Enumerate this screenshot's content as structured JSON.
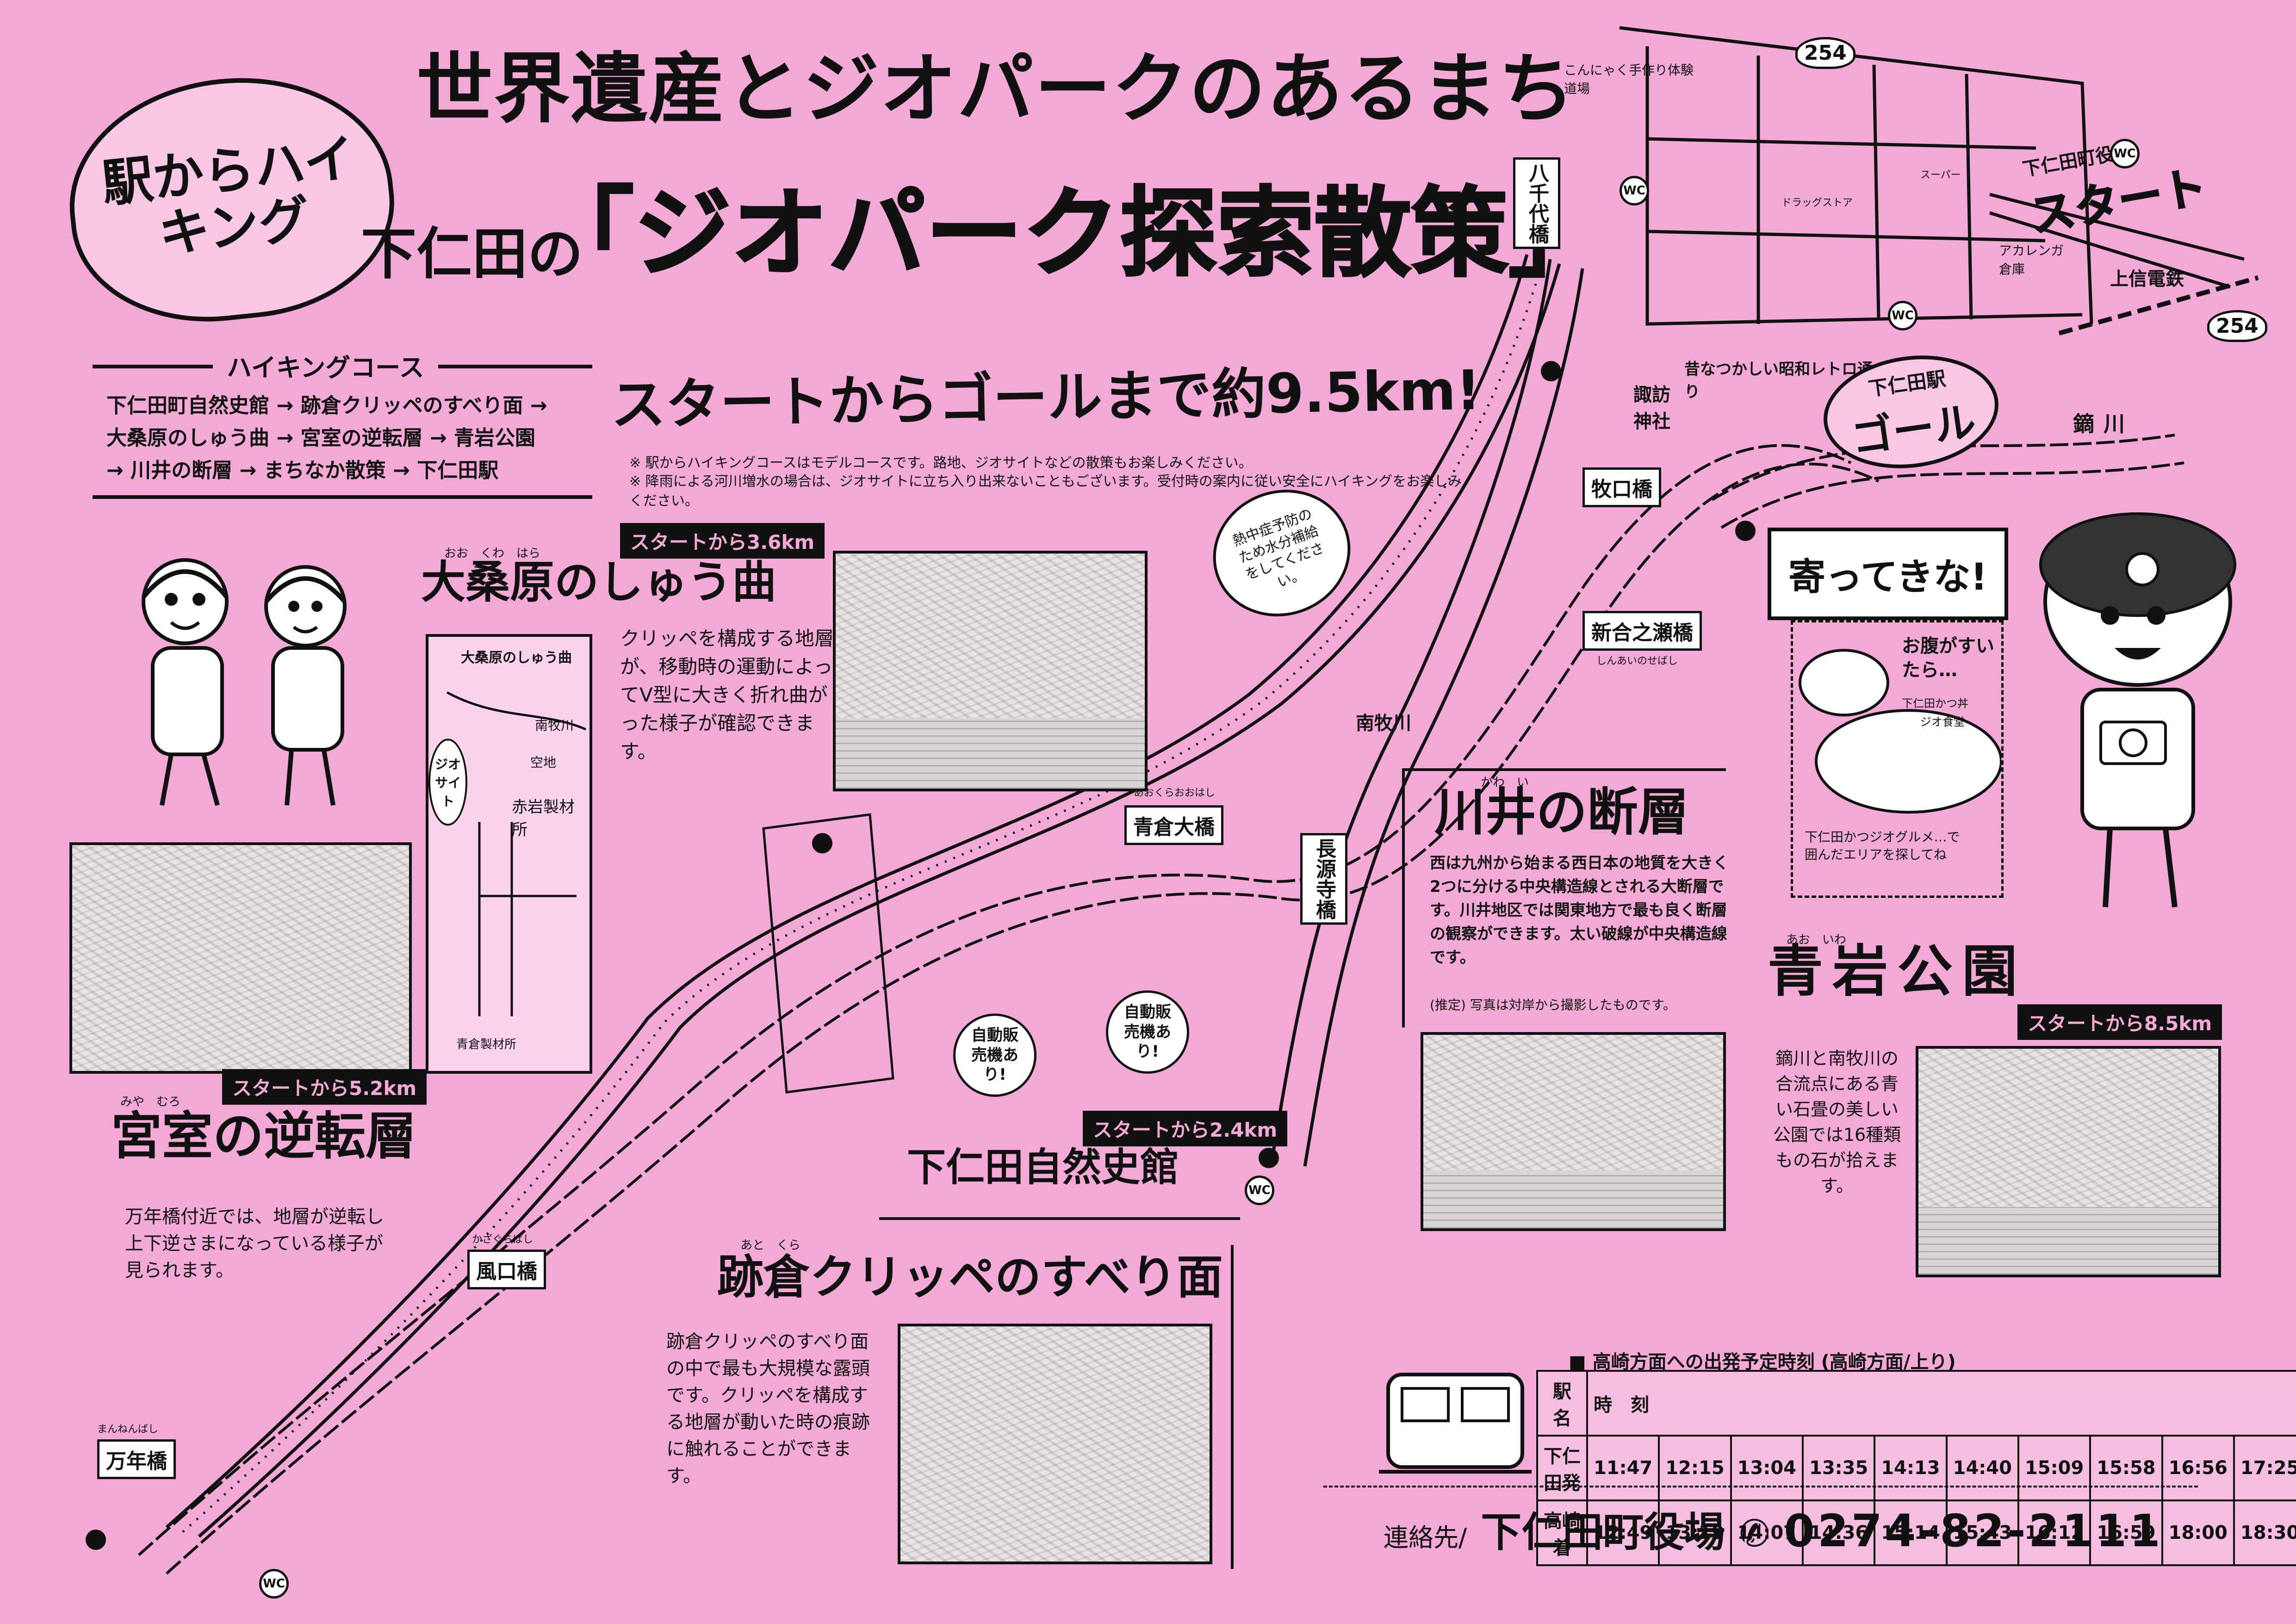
{
  "header": {
    "badge": "駅からハイキング",
    "title_line1": "世界遺産とジオパークのあるまち",
    "title_prefix": "下仁田の",
    "title_main": "「ジオパーク探索散策」"
  },
  "distance": {
    "text": "スタートからゴールまで約9.5km!",
    "note1": "※ 駅からハイキングコースはモデルコースです。路地、ジオサイトなどの散策もお楽しみください。",
    "note2": "※ 降雨による河川増水の場合は、ジオサイトに立ち入り出来ないこともございます。受付時の案内に従い安全にハイキングをお楽しみください。"
  },
  "course": {
    "heading": "ハイキングコース",
    "line1": "下仁田町自然史館 → 跡倉クリッペのすべり面 →",
    "line2": "大桑原のしゅう曲 → 宮室の逆転層 → 青岩公園",
    "line3": "→ 川井の断層 → まちなか散策 → 下仁田駅"
  },
  "sites": {
    "okuwabara": {
      "ruby": "おお　くわ　はら",
      "title": "大桑原のしゅう曲",
      "distance": "スタートから3.6km",
      "desc": "クリッペを構成する地層が、移動時の運動によってV型に大きく折れ曲がった様子が確認できます。",
      "inset_title": "大桑原のしゅう曲",
      "inset_river": "南牧川",
      "inset_geosite": "ジオサイト",
      "inset_vacant": "空地",
      "inset_factory1": "赤岩製材所",
      "inset_factory2": "青倉製材所"
    },
    "miyamuro": {
      "ruby": "みや　むろ",
      "title": "宮室の逆転層",
      "distance": "スタートから5.2km",
      "desc": "万年橋付近では、地層が逆転し上下逆さまになっている様子が見られます。"
    },
    "atokura": {
      "ruby": "あと　くら",
      "title": "跡倉クリッペのすべり面",
      "desc": "跡倉クリッペのすべり面の中で最も大規模な露頭です。クリッペを構成する地層が動いた時の痕跡に触れることができます。"
    },
    "museum": {
      "title": "下仁田自然史館",
      "distance": "スタートから2.4km"
    },
    "kawai": {
      "ruby": "かわ　い",
      "title": "川井の断層",
      "desc": "西は九州から始まる西日本の地質を大きく2つに分ける中央構造線とされる大断層です。川井地区では関東地方で最も良く断層の観察ができます。太い破線が中央構造線です。",
      "note": "(推定) 写真は対岸から撮影したものです。"
    },
    "aoiwa": {
      "ruby": "あお　いわ",
      "title": "青岩公園",
      "distance": "スタートから8.5km",
      "desc": "鏑川と南牧川の合流点にある青い石畳の美しい公園では16種類もの石が拾えます。"
    }
  },
  "map_labels": {
    "hakken_bridge": "八千代橋",
    "makiguchi_bridge": "牧口橋",
    "shinaisebashi": "新合之瀬橋",
    "shinaisebashi_ruby": "しんあいのせばし",
    "aokura_bridge": "青倉大橋",
    "aokura_ruby": "あおくらおおはし",
    "chogenji_bridge": "長源寺橋",
    "kazaguchi_bridge": "風口橋",
    "kazaguchi_ruby": "かざぐちばし",
    "mannen_bridge": "万年橋",
    "mannen_ruby": "まんねんばし",
    "nanmoku_river": "南牧川",
    "kabura_river": "鏑川",
    "suwa_shrine": "諏訪神社",
    "showa_street": "昔なつかしい昭和レトロ通り",
    "konnyaku": "こんにゃく手作り体験道場",
    "jyoshin_line": "上信電鉄",
    "warehouse": "アカレンガ倉庫",
    "route254": "254",
    "start_label": "下仁田町役場",
    "start": "スタート",
    "goal_label": "下仁田駅",
    "goal": "ゴール",
    "vending1": "自動販売機あり!",
    "vending2": "自動販売機あり!",
    "water_tip": "熱中症予防のため水分補給をしてください。",
    "wc": "WC",
    "drugstore": "ドラッグストア",
    "super": "スーパー",
    "yosatte": "寄ってきな!",
    "onaka": "お腹がすいたら…",
    "katsudon": "下仁田かつ丼",
    "jiogourmet": "ジオ食堂",
    "gourmet_note": "下仁田かつジオグルメ…で囲んだエリアを探してね"
  },
  "timetable": {
    "heading": "■ 高崎方面への出発予定時刻 (高崎方面/上り)",
    "col_station": "駅　名",
    "col_time": "時　刻",
    "rows": [
      {
        "station": "下仁田発",
        "times": [
          "11:47",
          "12:15",
          "13:04",
          "13:35",
          "14:13",
          "14:40",
          "15:09",
          "15:58",
          "16:56",
          "17:25"
        ]
      },
      {
        "station": "高崎着",
        "times": [
          "12:49",
          "13:19",
          "14:07",
          "14:36",
          "15:14",
          "15:43",
          "16:12",
          "16:59",
          "18:00",
          "18:30"
        ]
      }
    ]
  },
  "contact": {
    "label": "連絡先/",
    "name": "下仁田町役場",
    "phone": "0274-82-2111"
  }
}
